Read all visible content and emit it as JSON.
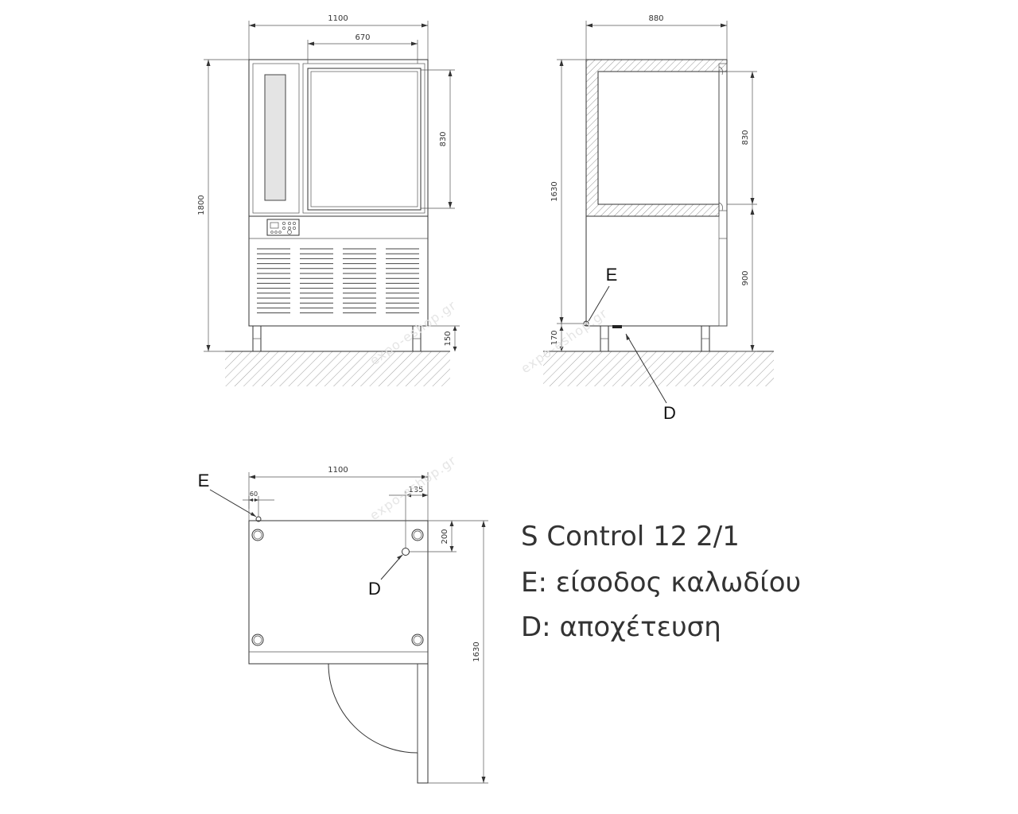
{
  "front_view": {
    "width_label": "1100",
    "opening_width_label": "670",
    "opening_height_label": "830",
    "height_label": "1800",
    "foot_height_label": "150"
  },
  "side_view": {
    "depth_label": "880",
    "upper_height_label": "830",
    "lower_height_label": "900",
    "body_height_label": "1630",
    "foot_height_label": "170",
    "marker_e": "E",
    "marker_d": "D"
  },
  "plan_view": {
    "width_label": "1100",
    "e_offset_label": "60",
    "d_offset_x_label": "135",
    "d_offset_y_label": "200",
    "depth_label": "1630",
    "marker_e": "E",
    "marker_d": "D"
  },
  "legend": {
    "model": "S Control 12 2/1",
    "e_line": "E: είσοδος καλωδίου",
    "d_line": "D: αποχέτευση"
  },
  "watermark": "expo-eshop.gr"
}
